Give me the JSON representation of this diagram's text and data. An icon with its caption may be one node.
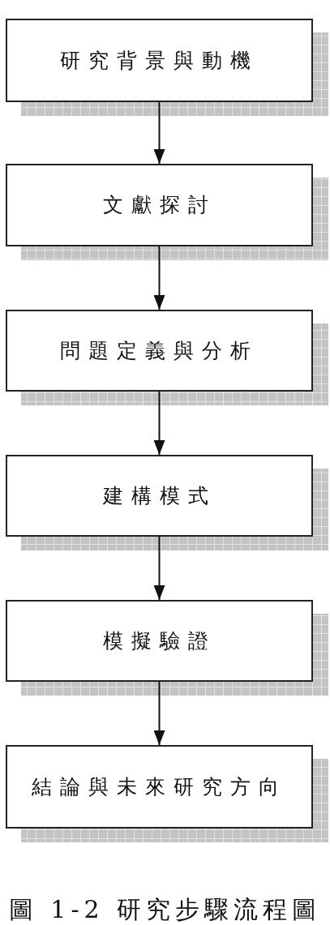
{
  "diagram": {
    "caption": "圖 1-2 研究步驟流程圖",
    "nodes": [
      {
        "text": [
          "研究背景與動機"
        ]
      },
      {
        "text": [
          "文獻探討"
        ]
      },
      {
        "text": [
          "問題定義與分析"
        ]
      },
      {
        "text": [
          "建構模式"
        ]
      },
      {
        "text": [
          "模擬驗證"
        ]
      },
      {
        "text": [
          "結論與未來研究方向"
        ]
      }
    ],
    "edges": [
      {
        "from": 0,
        "to": 1,
        "arrow": "to"
      },
      {
        "from": 1,
        "to": 2,
        "arrow": "to"
      },
      {
        "from": 2,
        "to": 3,
        "arrow": "to"
      },
      {
        "from": 3,
        "to": 4,
        "arrow": "to"
      },
      {
        "from": 4,
        "to": 5,
        "arrow": "to"
      }
    ]
  }
}
